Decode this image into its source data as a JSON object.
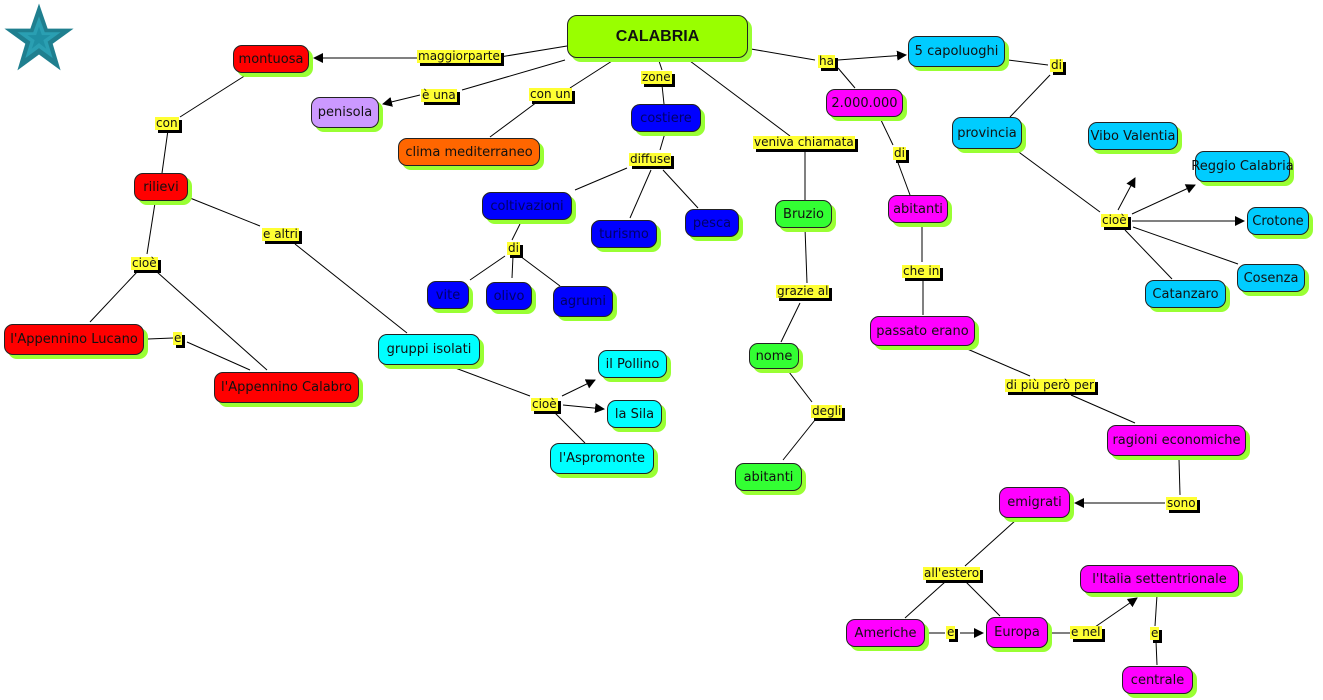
{
  "map": {
    "title": "CALABRIA",
    "colors": {
      "root": "#99ff00",
      "red": "#ff0000",
      "purple": "#cc99ff",
      "orange": "#ff6600",
      "blue": "#0000ff",
      "green": "#33ff33",
      "magenta": "#ff00ff",
      "sky": "#00ccff",
      "cyan": "#00ffff",
      "link_label": "#ffff33",
      "shadow": "#99ff33",
      "star": "#1f7f8f"
    },
    "decoration_icon": "star-icon",
    "nodes": {
      "calabria": "CALABRIA",
      "montuosa": "montuosa",
      "penisola": "penisola",
      "clima": "clima mediterraneo",
      "costiere": "costiere",
      "coltivazioni": "coltivazioni",
      "turismo": "turismo",
      "pesca": "pesca",
      "vite": "vite",
      "olivo": "olivo",
      "agrumi": "agrumi",
      "rilievi": "rilievi",
      "lucano": "l'Appennino Lucano",
      "calabro": "l'Appennino Calabro",
      "gruppi": "gruppi isolati",
      "pollino": "il Pollino",
      "sila": "la Sila",
      "aspromonte": "l'Aspromonte",
      "bruzio": "Bruzio",
      "nome": "nome",
      "abitanti_green": "abitanti",
      "capoluoghi": "5 capoluoghi",
      "duemilioni": "2.000.000",
      "abitanti_mag": "abitanti",
      "provincia": "provincia",
      "vibo": "Vibo Valentia",
      "reggio": "Reggio Calabria",
      "crotone": "Crotone",
      "cosenza": "Cosenza",
      "catanzaro": "Catanzaro",
      "passato": "passato erano",
      "ragioni": "ragioni economiche",
      "emigrati": "emigrati",
      "americhe": "Americhe",
      "europa": "Europa",
      "italia_sett": "l'Italia settentrionale",
      "centrale": "centrale"
    },
    "links": {
      "maggiorparte": "maggiorparte",
      "e_una": "è una",
      "con_un": "con un",
      "zone": "zone",
      "veniva": "veniva chiamata",
      "ha": "ha",
      "di_cap": "di",
      "con": "con",
      "diffuse": "diffuse",
      "di_colt": "di",
      "di_ab": "di",
      "cioe_prov": "cioè",
      "cioe_ril": "cioè",
      "e_altri": "e altri",
      "e_app": "e",
      "grazie": "grazie al",
      "che_in": "che in",
      "cioe_grp": "cioè",
      "di_piu": "di più però per",
      "degli": "degli",
      "sono": "sono",
      "allestero": "all'estero",
      "e_am": "e",
      "e_nel": "e nel",
      "e_it": "e"
    }
  }
}
